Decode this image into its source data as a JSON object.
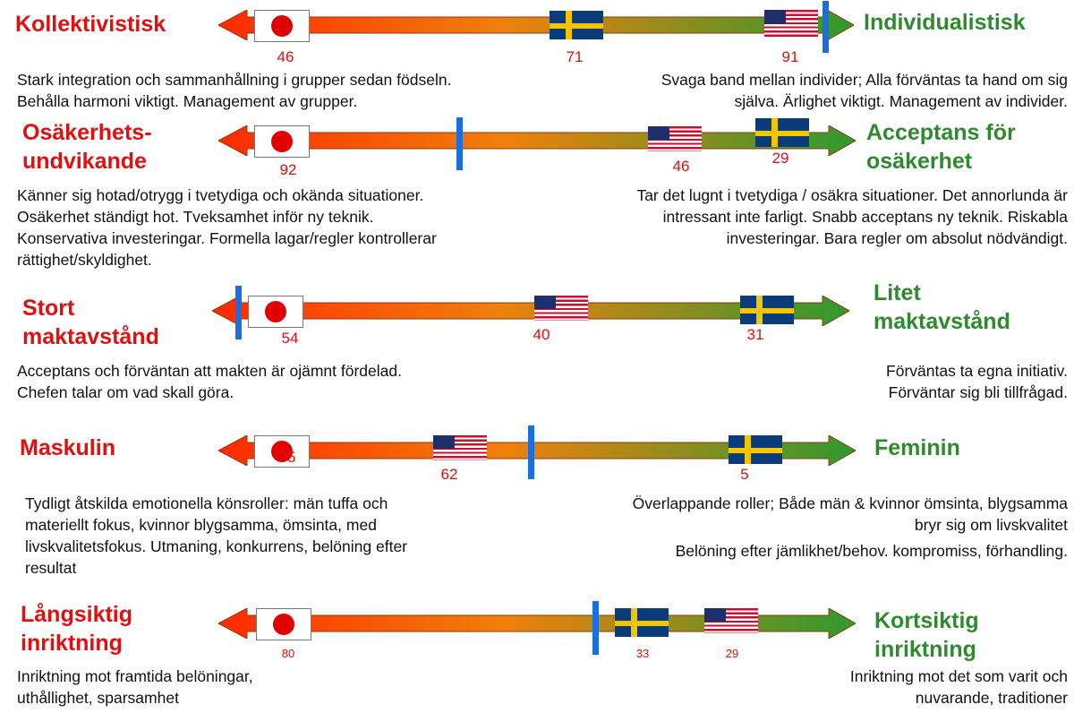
{
  "dimensions": [
    {
      "left_label": [
        "Kollektivistisk"
      ],
      "right_label": [
        "Individualistisk"
      ],
      "left_desc": [
        "Stark integration och sammanhållning i grupper sedan födseln.",
        "Behålla harmoni viktigt. Management av grupper."
      ],
      "right_desc": [
        "Svaga band mellan individer; Alla förväntas ta hand om sig",
        "själva. Ärlighet viktigt. Management av individer."
      ],
      "japan": "46",
      "sweden": "71",
      "usa": "91"
    },
    {
      "left_label": [
        "Osäkerhets-",
        "undvikande"
      ],
      "right_label": [
        "Acceptans för",
        "osäkerhet"
      ],
      "left_desc": [
        "Känner sig hotad/otrygg i tvetydiga och okända situationer.",
        "Osäkerhet ständigt hot. Tveksamhet inför ny teknik.",
        "Konservativa investeringar. Formella lagar/regler kontrollerar",
        "rättighet/skyldighet."
      ],
      "right_desc": [
        "Tar det lugnt i tvetydiga / osäkra situationer. Det annorlunda är",
        "intressant inte farligt. Snabb acceptans ny teknik. Riskabla",
        "investeringar. Bara regler om absolut nödvändigt."
      ],
      "japan": "92",
      "usa": "46",
      "sweden": "29"
    },
    {
      "left_label": [
        "Stort",
        "maktavstånd"
      ],
      "right_label": [
        "Litet",
        "maktavstånd"
      ],
      "left_desc": [
        "Acceptans och förväntan att makten är ojämnt fördelad.",
        "Chefen talar om vad skall göra."
      ],
      "right_desc": [
        "Förväntas ta egna initiativ.",
        "Förväntar sig bli tillfrågad."
      ],
      "japan": "54",
      "usa": "40",
      "sweden": "31"
    },
    {
      "left_label": [
        "Maskulin"
      ],
      "right_label": [
        "Feminin"
      ],
      "left_desc": [
        "Tydligt åtskilda emotionella könsroller: män tuffa och",
        "materiellt fokus, kvinnor blygsamma, ömsinta, med",
        "livskvalitetsfokus. Utmaning, konkurrens, belöning efter",
        "resultat"
      ],
      "right_desc": [
        "Överlappande roller; Både män & kvinnor ömsinta, blygsamma",
        "bryr sig om livskvalitet"
      ],
      "right_desc_extra": "Belöning efter jämlikhet/behov. kompromiss, förhandling.",
      "japan": "95",
      "usa": "62",
      "sweden": "5"
    },
    {
      "left_label": [
        "Långsiktig",
        "inriktning"
      ],
      "right_label": [
        "Kortsiktig",
        "inriktning"
      ],
      "left_desc": [
        "Inriktning mot framtida belöningar,",
        "uthållighet, sparsamhet"
      ],
      "right_desc": [
        "Inriktning mot det som varit och",
        "nuvarande, traditioner"
      ],
      "japan": "80",
      "sweden": "33",
      "usa": "29"
    }
  ],
  "colors": {
    "left_accent": "#e01010",
    "right_accent": "#2e8a2e",
    "arrow_start": "#ff2a00",
    "arrow_mid": "#ff8c00",
    "arrow_end": "#2e8a2e",
    "marker": "#1a6fe0",
    "value_text": "#dd1010"
  },
  "icons": [
    "japan-flag-icon",
    "sweden-flag-icon",
    "usa-flag-icon"
  ]
}
